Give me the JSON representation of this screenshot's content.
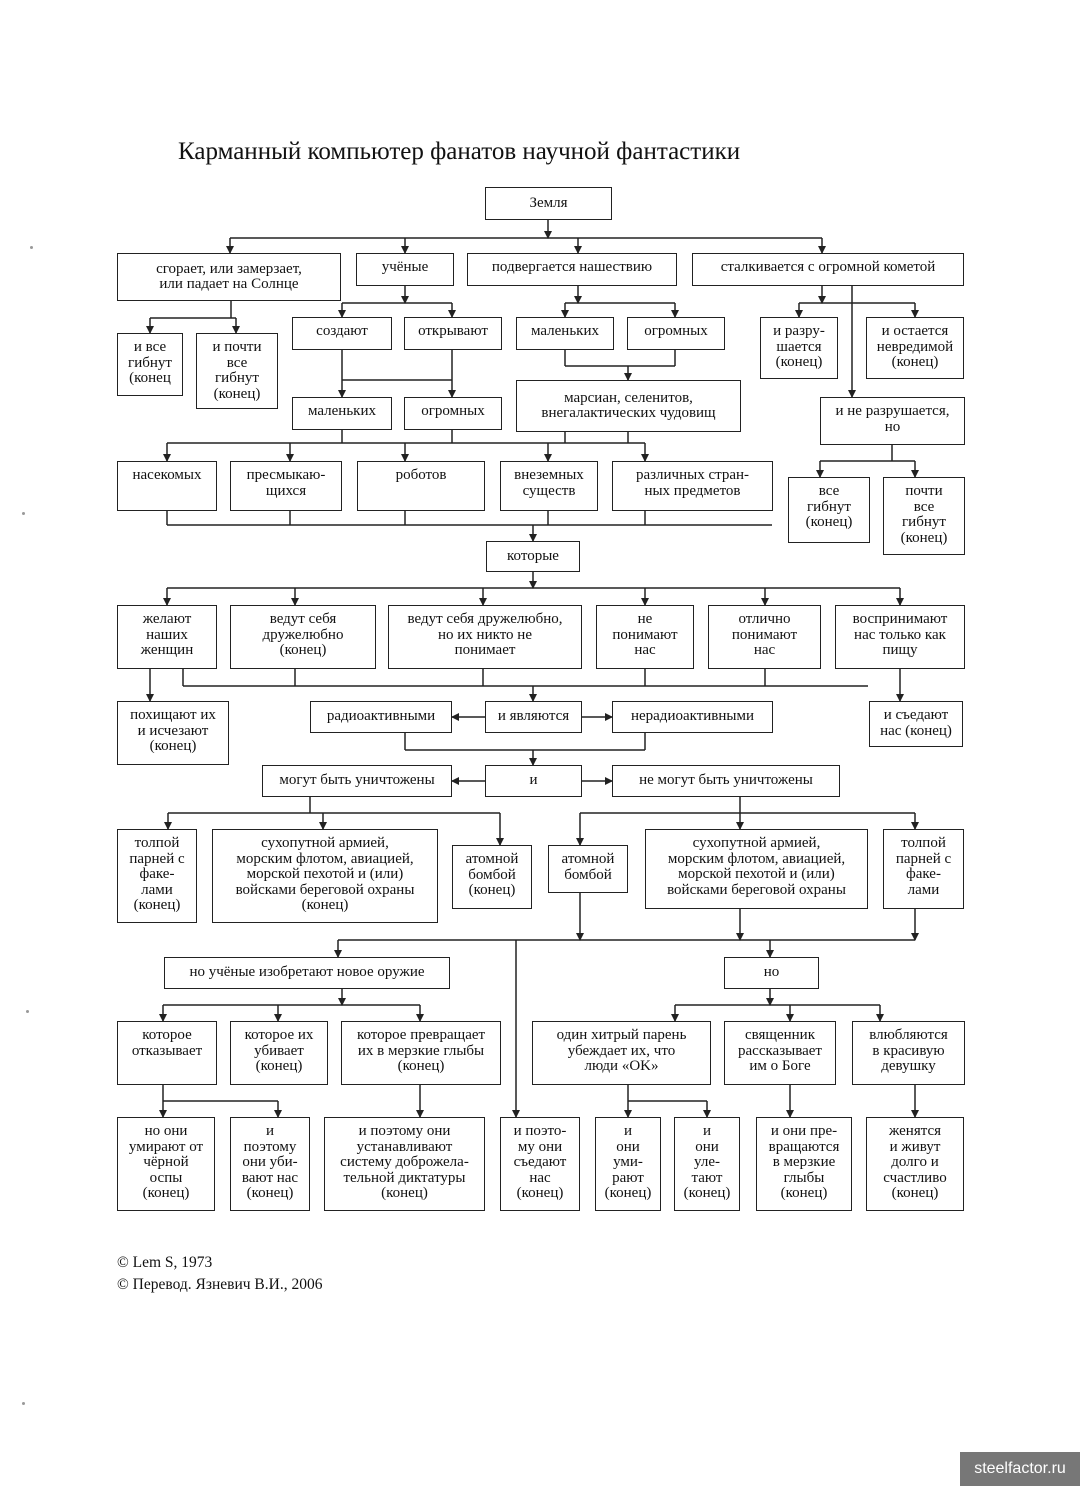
{
  "title": "Карманный компьютер фанатов научной фантастики",
  "nodes": {
    "earth": "Земля",
    "burns": "сгорает, или замерзает,\nили падает на Солнце",
    "scientists": "учёные",
    "invasion": "подвергается нашествию",
    "comet": "сталкивается с огромной кометой",
    "all_die_1": "и все\nгибнут\n(конец",
    "almost_all_die_1": "и почти\nвсе\nгибнут\n(конец)",
    "create": "создают",
    "discover": "открывают",
    "small_inv": "маленьких",
    "huge_inv": "огромных",
    "destroyed": "и разру-\nшается\n(конец)",
    "unharmed": "и остается\nневредимой\n(конец)",
    "small_sci": "маленьких",
    "huge_sci": "огромных",
    "martians": "марсиан, селенитов,\nвнегалактических чудовищ",
    "not_destroyed": "и не разрушается,\nно",
    "insects": "насекомых",
    "reptiles": "пресмыкаю-\nщихся",
    "robots": "роботов",
    "aliens": "внеземных\nсуществ",
    "strange_objects": "различных стран-\nных предметов",
    "all_die_2": "все\nгибнут\n(конец)",
    "almost_all_die_2": "почти\nвсе\nгибнут\n(конец)",
    "which": "которые",
    "want_women": "желают\nнаших\nженщин",
    "friendly_end": "ведут себя\nдружелюбно\n(конец)",
    "friendly_misunderstood": "ведут себя дружелюбно,\nно их никто не\nпонимает",
    "not_understand": "не\nпонимают\nнас",
    "understand_well": "отлично\nпонимают\nнас",
    "food": "воспринимают\nнас только как\nпищу",
    "kidnap": "похищают их\nи исчезают\n(конец)",
    "radioactive": "радиоактивными",
    "and_are": "и являются",
    "non_radioactive": "нерадиоактивными",
    "eat_us": "и съедают\nнас (конец)",
    "can_be_destroyed": "могут быть уничтожены",
    "and": "и",
    "cannot_be_destroyed": "не могут быть уничтожены",
    "torches_end": "толпой\nпарней с\nфаке-\nлами\n(конец)",
    "army_end": "сухопутной армией,\nморским флотом, авиацией,\nморской пехотой и (или)\nвойсками береговой охраны\n(конец)",
    "atomic_end": "атомной\nбомбой\n(конец)",
    "atomic": "атомной\nбомбой",
    "army": "сухопутной армией,\nморским флотом, авиацией,\nморской пехотой и (или)\nвойсками береговой охраны",
    "torches": "толпой\nпарней с\nфаке-\nлами",
    "new_weapon": "но учёные изобретают новое оружие",
    "but": "но",
    "refuses": "которое\nотказывает",
    "kills_them": "которое их\nубивает\n(конец)",
    "slime": "которое превращает\nих в мерзкие глыбы\n(конец)",
    "clever_guy": "один хитрый парень\nубеждает их, что\nлюди «OK»",
    "priest": "священник\nрассказывает\nим о Боге",
    "fall_in_love": "влюбляются\nв красивую\nдевушку",
    "black_pox": "но они\nумирают от\nчёрной\nоспы\n(конец)",
    "they_kill_us": "и\nпоэтому\nони уби-\nвают нас\n(конец)",
    "dictatorship": "и поэтому они\nустанавливают\nсистему доброжела-\nтельной диктатуры\n(конец)",
    "they_eat_us": "и поэто-\nму они\nсъедают\nнас\n(конец)",
    "they_die": "и\nони\nуми-\nрают\n(конец)",
    "fly_away": "и\nони\nуле-\nтают\n(конец)",
    "become_slime": "и они пре-\nвращаются\nв мерзкие\nглыбы\n(конец)",
    "marry": "женятся\nи живут\nдолго и\nсчастливо\n(конец)"
  },
  "copyright": [
    "© Lem S, 1973",
    "© Перевод. Язневич В.И., 2006"
  ],
  "watermark": "steelfactor.ru"
}
